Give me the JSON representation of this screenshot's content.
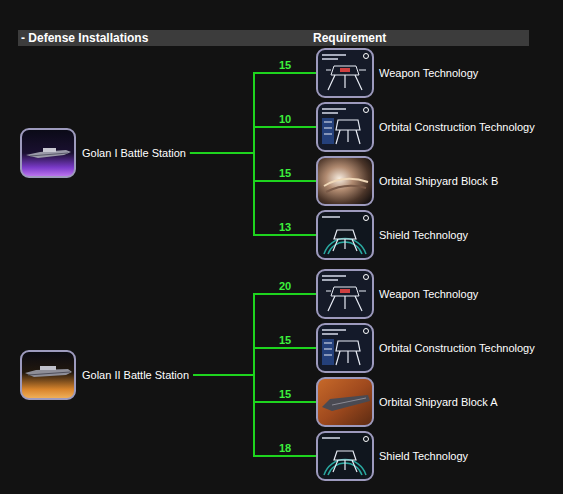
{
  "diagram": {
    "title": "- Defense Installations",
    "nodes": [
      {
        "text": [
          "Golan I Battle Station"
        ]
      },
      {
        "text": [
          "Weapon Technology"
        ]
      },
      {
        "text": [
          "Orbital Construction Technology"
        ]
      },
      {
        "text": [
          "Orbital Shipyard Block B"
        ]
      },
      {
        "text": [
          "Shield Technology"
        ]
      },
      {
        "text": [
          "Golan II Battle Station"
        ]
      },
      {
        "text": [
          "Weapon Technology"
        ]
      },
      {
        "text": [
          "Orbital Construction Technology"
        ]
      },
      {
        "text": [
          "Orbital Shipyard Block A"
        ]
      },
      {
        "text": [
          "Shield Technology"
        ]
      }
    ],
    "edges": [
      {
        "from": 0,
        "to": 1,
        "arrow": "none",
        "label": "15"
      },
      {
        "from": 0,
        "to": 2,
        "arrow": "none",
        "label": "10"
      },
      {
        "from": 0,
        "to": 3,
        "arrow": "none",
        "label": "15"
      },
      {
        "from": 0,
        "to": 4,
        "arrow": "none",
        "label": "13"
      },
      {
        "from": 5,
        "to": 6,
        "arrow": "none",
        "label": "20"
      },
      {
        "from": 5,
        "to": 7,
        "arrow": "none",
        "label": "15"
      },
      {
        "from": 5,
        "to": 8,
        "arrow": "none",
        "label": "15"
      },
      {
        "from": 5,
        "to": 9,
        "arrow": "none",
        "label": "18"
      }
    ],
    "labels": [
      "Requirement"
    ]
  }
}
